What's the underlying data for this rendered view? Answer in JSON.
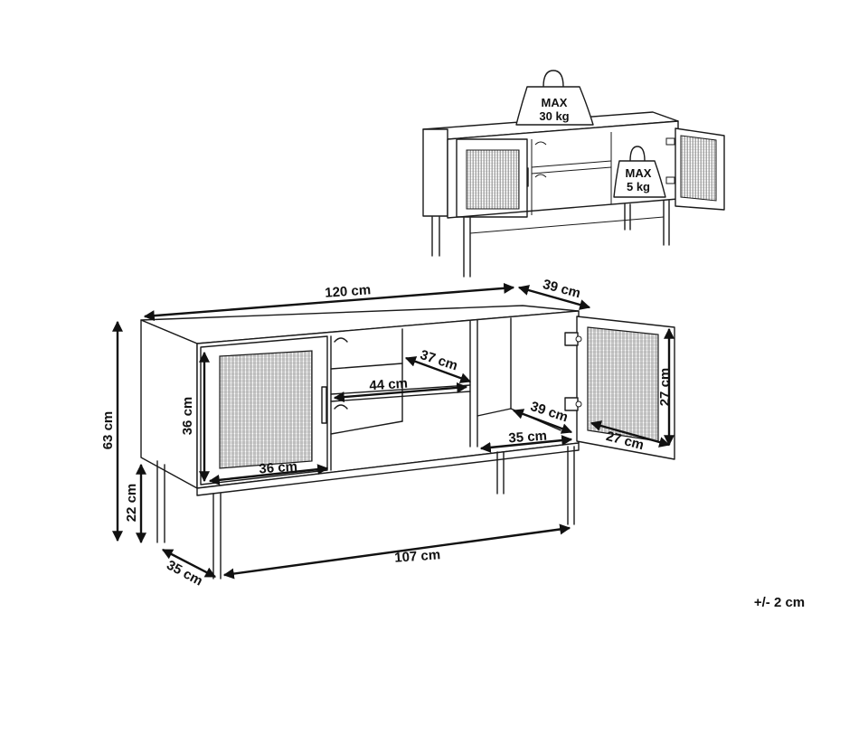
{
  "dimensions": {
    "width_total": "120 cm",
    "depth_top": "39 cm",
    "height_total": "63 cm",
    "leg_height": "22 cm",
    "depth_leg": "35 cm",
    "leg_span": "107 cm",
    "door_height": "36 cm",
    "door_width": "36 cm",
    "shelf_depth": "37 cm",
    "shelf_width": "44 cm",
    "inner_depth": "39 cm",
    "inner_width": "35 cm",
    "right_door_height": "27 cm",
    "right_door_width": "27 cm"
  },
  "load": {
    "top_max": "MAX",
    "top_weight": "30 kg",
    "shelf_max": "MAX",
    "shelf_weight": "5 kg"
  },
  "tolerance": "+/- 2 cm"
}
